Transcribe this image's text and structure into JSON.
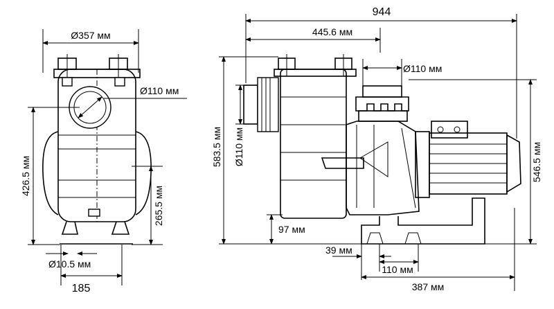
{
  "front_view": {
    "top_width": "Ø357 мм",
    "inlet_diameter": "Ø110 мм",
    "total_height": "426.5 мм",
    "axis_height": "265.5 мм",
    "bolt_hole": "Ø10.5 мм",
    "foot_spacing": "185"
  },
  "side_view": {
    "overall_length": "944",
    "inlet_offset": "445.6 мм",
    "outlet_diameter": "Ø110 мм",
    "inlet_side_diameter": "Ø110 мм",
    "total_height": "583.5 мм",
    "outlet_height": "546.5 мм",
    "inlet_axis_height": "97 мм",
    "foot_margin": "39 мм",
    "foot_width": "110 мм",
    "base_length": "387 мм"
  }
}
